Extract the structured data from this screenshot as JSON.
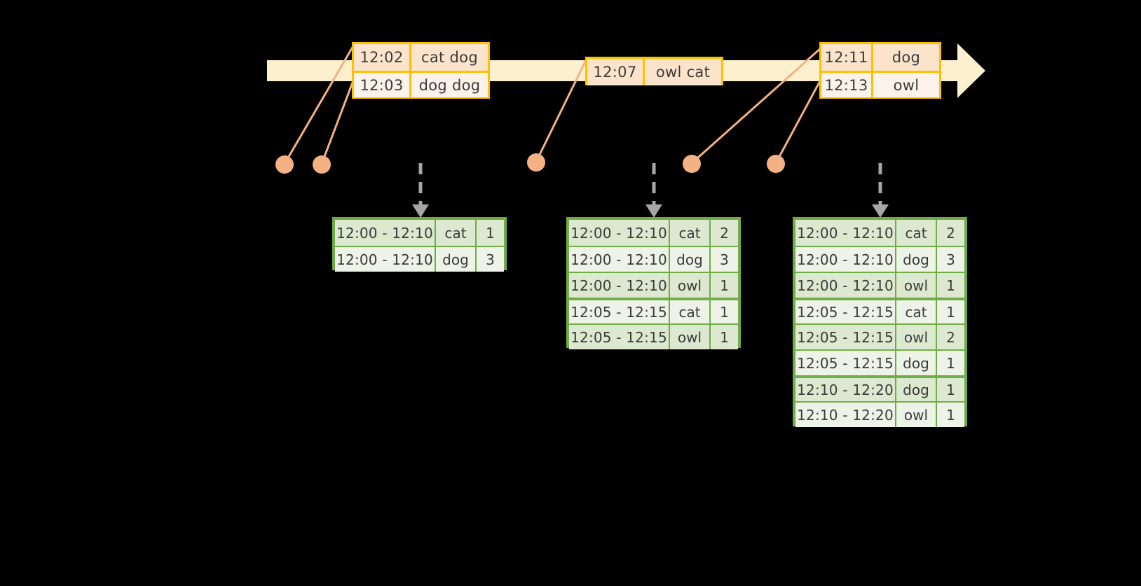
{
  "diagram": {
    "timeline": {
      "bar_color": "#FDF0CE",
      "arrow_color": "#FDF0CE",
      "box_border_color": "#FFC000",
      "connector_color": "#F4B183"
    },
    "events": [
      {
        "id": "event-group-1",
        "rows": [
          {
            "time": "12:02",
            "words": "cat dog"
          },
          {
            "time": "12:03",
            "words": "dog dog"
          }
        ]
      },
      {
        "id": "event-group-2",
        "rows": [
          {
            "time": "12:07",
            "words": "owl cat"
          }
        ]
      },
      {
        "id": "event-group-3",
        "rows": [
          {
            "time": "12:11",
            "words": "dog"
          },
          {
            "time": "12:13",
            "words": "owl"
          }
        ]
      }
    ],
    "result_tables": [
      {
        "id": "result-table-1",
        "rows": [
          {
            "window": "12:00 - 12:10",
            "key": "cat",
            "count": "1"
          },
          {
            "window": "12:00 - 12:10",
            "key": "dog",
            "count": "3"
          }
        ]
      },
      {
        "id": "result-table-2",
        "rows": [
          {
            "window": "12:00 - 12:10",
            "key": "cat",
            "count": "2"
          },
          {
            "window": "12:00 - 12:10",
            "key": "dog",
            "count": "3"
          },
          {
            "window": "12:00 - 12:10",
            "key": "owl",
            "count": "1"
          },
          {
            "window": "12:05 - 12:15",
            "key": "cat",
            "count": "1"
          },
          {
            "window": "12:05 - 12:15",
            "key": "owl",
            "count": "1"
          }
        ]
      },
      {
        "id": "result-table-3",
        "rows": [
          {
            "window": "12:00 - 12:10",
            "key": "cat",
            "count": "2"
          },
          {
            "window": "12:00 - 12:10",
            "key": "dog",
            "count": "3"
          },
          {
            "window": "12:00 - 12:10",
            "key": "owl",
            "count": "1"
          },
          {
            "window": "12:05 - 12:15",
            "key": "cat",
            "count": "1"
          },
          {
            "window": "12:05 - 12:15",
            "key": "owl",
            "count": "2"
          },
          {
            "window": "12:05 - 12:15",
            "key": "dog",
            "count": "1"
          },
          {
            "window": "12:10 - 12:20",
            "key": "dog",
            "count": "1"
          },
          {
            "window": "12:10 - 12:20",
            "key": "owl",
            "count": "1"
          }
        ]
      }
    ],
    "colors": {
      "green_border": "#70AD47",
      "green_row_shaded": "#DCE8CF",
      "green_row_plain": "#EDF3E7",
      "orange_border": "#FFC000",
      "orange_row_shaded": "#FCE3CC",
      "orange_row_plain": "#FDF3EA",
      "connector_dot": "#F4B183",
      "dashed_arrow": "#A6A6A6",
      "background": "#000000"
    }
  }
}
